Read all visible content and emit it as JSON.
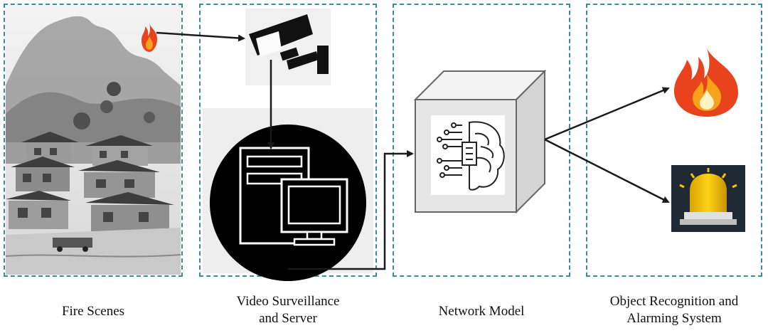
{
  "captions": {
    "fire_scenes": "Fire Scenes",
    "surveillance_line1": "Video Surveillance",
    "surveillance_line2": "and Server",
    "network_model": "Network Model",
    "recognition_line1": "Object Recognition and",
    "recognition_line2": "Alarming System"
  },
  "colors": {
    "panel_border": "#3e8a95",
    "arrow": "#1a1a1a",
    "fire_outer": "#e8431d",
    "fire_inner": "#f7a21b",
    "alarm_bg": "#1f2933",
    "alarm_light": "#f5c400"
  },
  "icons": [
    "fire-icon",
    "camera-icon",
    "server-icon",
    "brain-chip-icon",
    "alarm-light-icon"
  ]
}
